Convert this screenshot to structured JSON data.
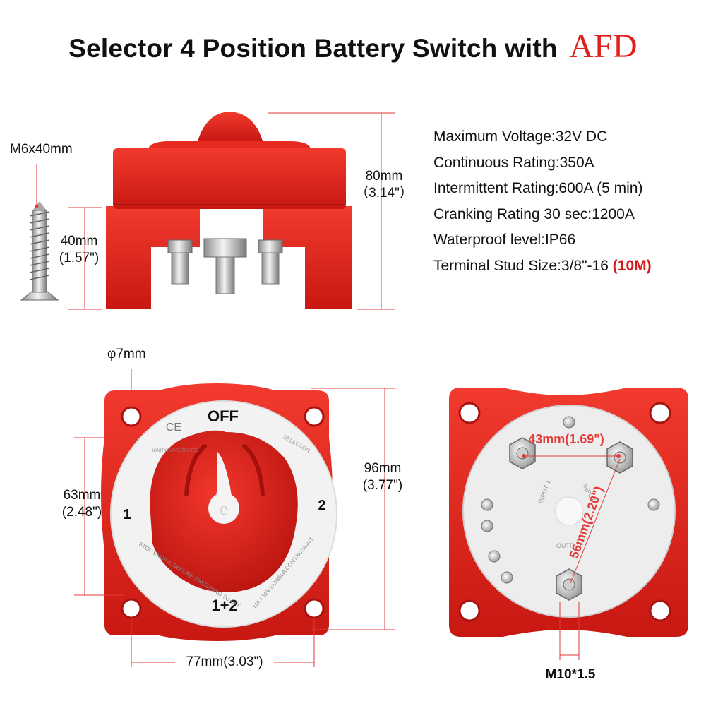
{
  "title": {
    "text": "Selector 4 Position Battery Switch with",
    "brand": "AFD"
  },
  "colors": {
    "accent_red": "#e0201b",
    "body_red": "#e3261f",
    "panel_white": "#f2f2f2"
  },
  "specs": [
    {
      "label": "Maximum Voltage:32V DC"
    },
    {
      "label": "Continuous Rating:350A"
    },
    {
      "label": "Intermittent Rating:600A (5 min)"
    },
    {
      "label": "Cranking Rating 30 sec:1200A"
    },
    {
      "label": "Waterproof level:IP66"
    },
    {
      "label": "Terminal Stud Size:3/8\"-16",
      "highlight": "(10M)"
    }
  ],
  "side_view": {
    "screw_label": "M6x40mm",
    "height_label": "80mm",
    "height_label_in": "（3.14\"）",
    "base_height_label": "40mm",
    "base_height_label_in": "(1.57\")"
  },
  "front_view": {
    "hole_label": "φ7mm",
    "height_label": "96mm",
    "height_label_in": "(3.77\")",
    "hole_spacing_label": "63mm",
    "hole_spacing_label_in": "(2.48\")",
    "width_label": "77mm(3.03\")",
    "dial": {
      "pos_off": "OFF",
      "pos_1": "1",
      "pos_2": "2",
      "pos_both": "1+2",
      "ce_mark": "CE",
      "ignition": "IGNITION PROTECTED",
      "selector": "SELECTOR",
      "warning": "STOP ENGINE BEFORE SWITCHING TO OFF",
      "rating": "MAX 32V DC/350A CONT/600A INT.",
      "logo": "e"
    }
  },
  "back_view": {
    "stud_spacing_label": "43mm(1.69\")",
    "diag_label": "56mm(2.20\")",
    "input1": "INPUT 1",
    "input2": "INPUT",
    "output": "OUTPUT",
    "stud_label": "M10*1.5"
  }
}
